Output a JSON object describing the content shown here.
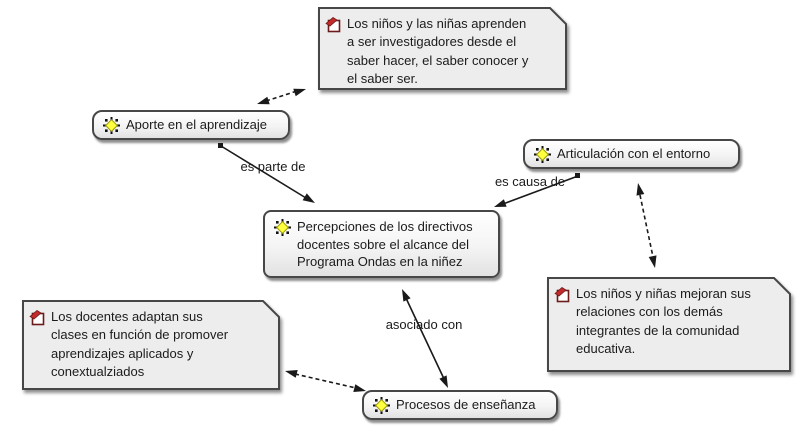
{
  "diagram": {
    "title": "Concept map – Percepciones Programa Ondas",
    "colors": {
      "background": "#ffffff",
      "node_border": "#474747",
      "node_fill_top": "#ffffff",
      "node_fill_bottom": "#e2e2e2",
      "note_fill": "#ededed",
      "edge": "#1a1a1a",
      "code_icon_yellow": "#ffff3f",
      "memo_icon_red": "#c32a2a"
    },
    "nodes": [
      {
        "id": "aporte",
        "label": "Aporte en el aprendizaje",
        "icon": "code-icon"
      },
      {
        "id": "articulacion",
        "label": "Articulación con el entorno",
        "icon": "code-icon"
      },
      {
        "id": "percepciones",
        "label": "Percepciones de los directivos\ndocentes sobre el alcance del\nPrograma Ondas en la niñez",
        "icon": "code-icon"
      },
      {
        "id": "procesos",
        "label": "Procesos de enseñanza",
        "icon": "code-icon"
      }
    ],
    "memos": [
      {
        "id": "memo-aprenden",
        "text": "Los niños y las niñas aprenden\na ser investigadores desde el\nsaber hacer, el saber conocer y\nel saber ser.",
        "icon": "memo-icon"
      },
      {
        "id": "memo-mejoran",
        "text": "Los niños y niñas mejoran sus\nrelaciones con los demás\nintegrantes de la comunidad\neducativa.",
        "icon": "memo-icon"
      },
      {
        "id": "memo-docentes",
        "text": "Los docentes adaptan sus\nclases en función de promover\naprendizajes aplicados y\nconextualziados",
        "icon": "memo-icon"
      }
    ],
    "edges": [
      {
        "from": "aporte",
        "to": "percepciones",
        "label": "es parte de",
        "style": "solid",
        "arrows": "target",
        "source_dot": true
      },
      {
        "from": "articulacion",
        "to": "percepciones",
        "label": "es causa de",
        "style": "solid",
        "arrows": "target",
        "source_dot": true
      },
      {
        "from": "percepciones",
        "to": "procesos",
        "label": "asociado con",
        "style": "solid",
        "arrows": "both",
        "source_dot": false
      },
      {
        "from": "aporte",
        "to": "memo-aprenden",
        "label": "",
        "style": "dashed",
        "arrows": "both",
        "source_dot": false
      },
      {
        "from": "articulacion",
        "to": "memo-mejoran",
        "label": "",
        "style": "dashed",
        "arrows": "both",
        "source_dot": false
      },
      {
        "from": "memo-docentes",
        "to": "procesos",
        "label": "",
        "style": "dashed",
        "arrows": "both",
        "source_dot": false
      }
    ]
  }
}
